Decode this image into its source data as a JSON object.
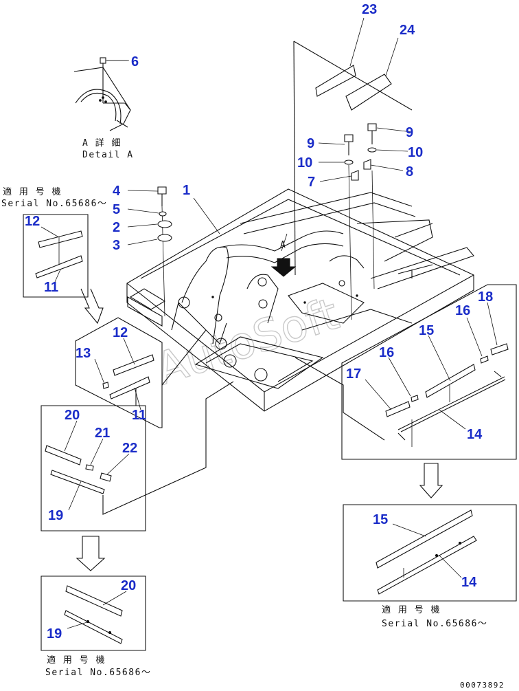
{
  "callouts": [
    "1",
    "2",
    "3",
    "4",
    "5",
    "6",
    "7",
    "8",
    "9",
    "9",
    "10",
    "10",
    "11",
    "11",
    "12",
    "12",
    "13",
    "14",
    "14",
    "15",
    "15",
    "16",
    "16",
    "17",
    "18",
    "19",
    "19",
    "20",
    "20",
    "21",
    "22",
    "23",
    "24"
  ],
  "detail_label": {
    "jp": "A 詳 細",
    "en": "Detail A"
  },
  "view_arrow_letter": "A",
  "serial_note": {
    "jp": "適 用 号 機",
    "en": "Serial No.65686～"
  },
  "watermark": "AutoSoft",
  "drawing_number": "00073892",
  "colors": {
    "callout": "#1a2cc8",
    "line": "#111111",
    "watermark": "#c9c9c9"
  }
}
